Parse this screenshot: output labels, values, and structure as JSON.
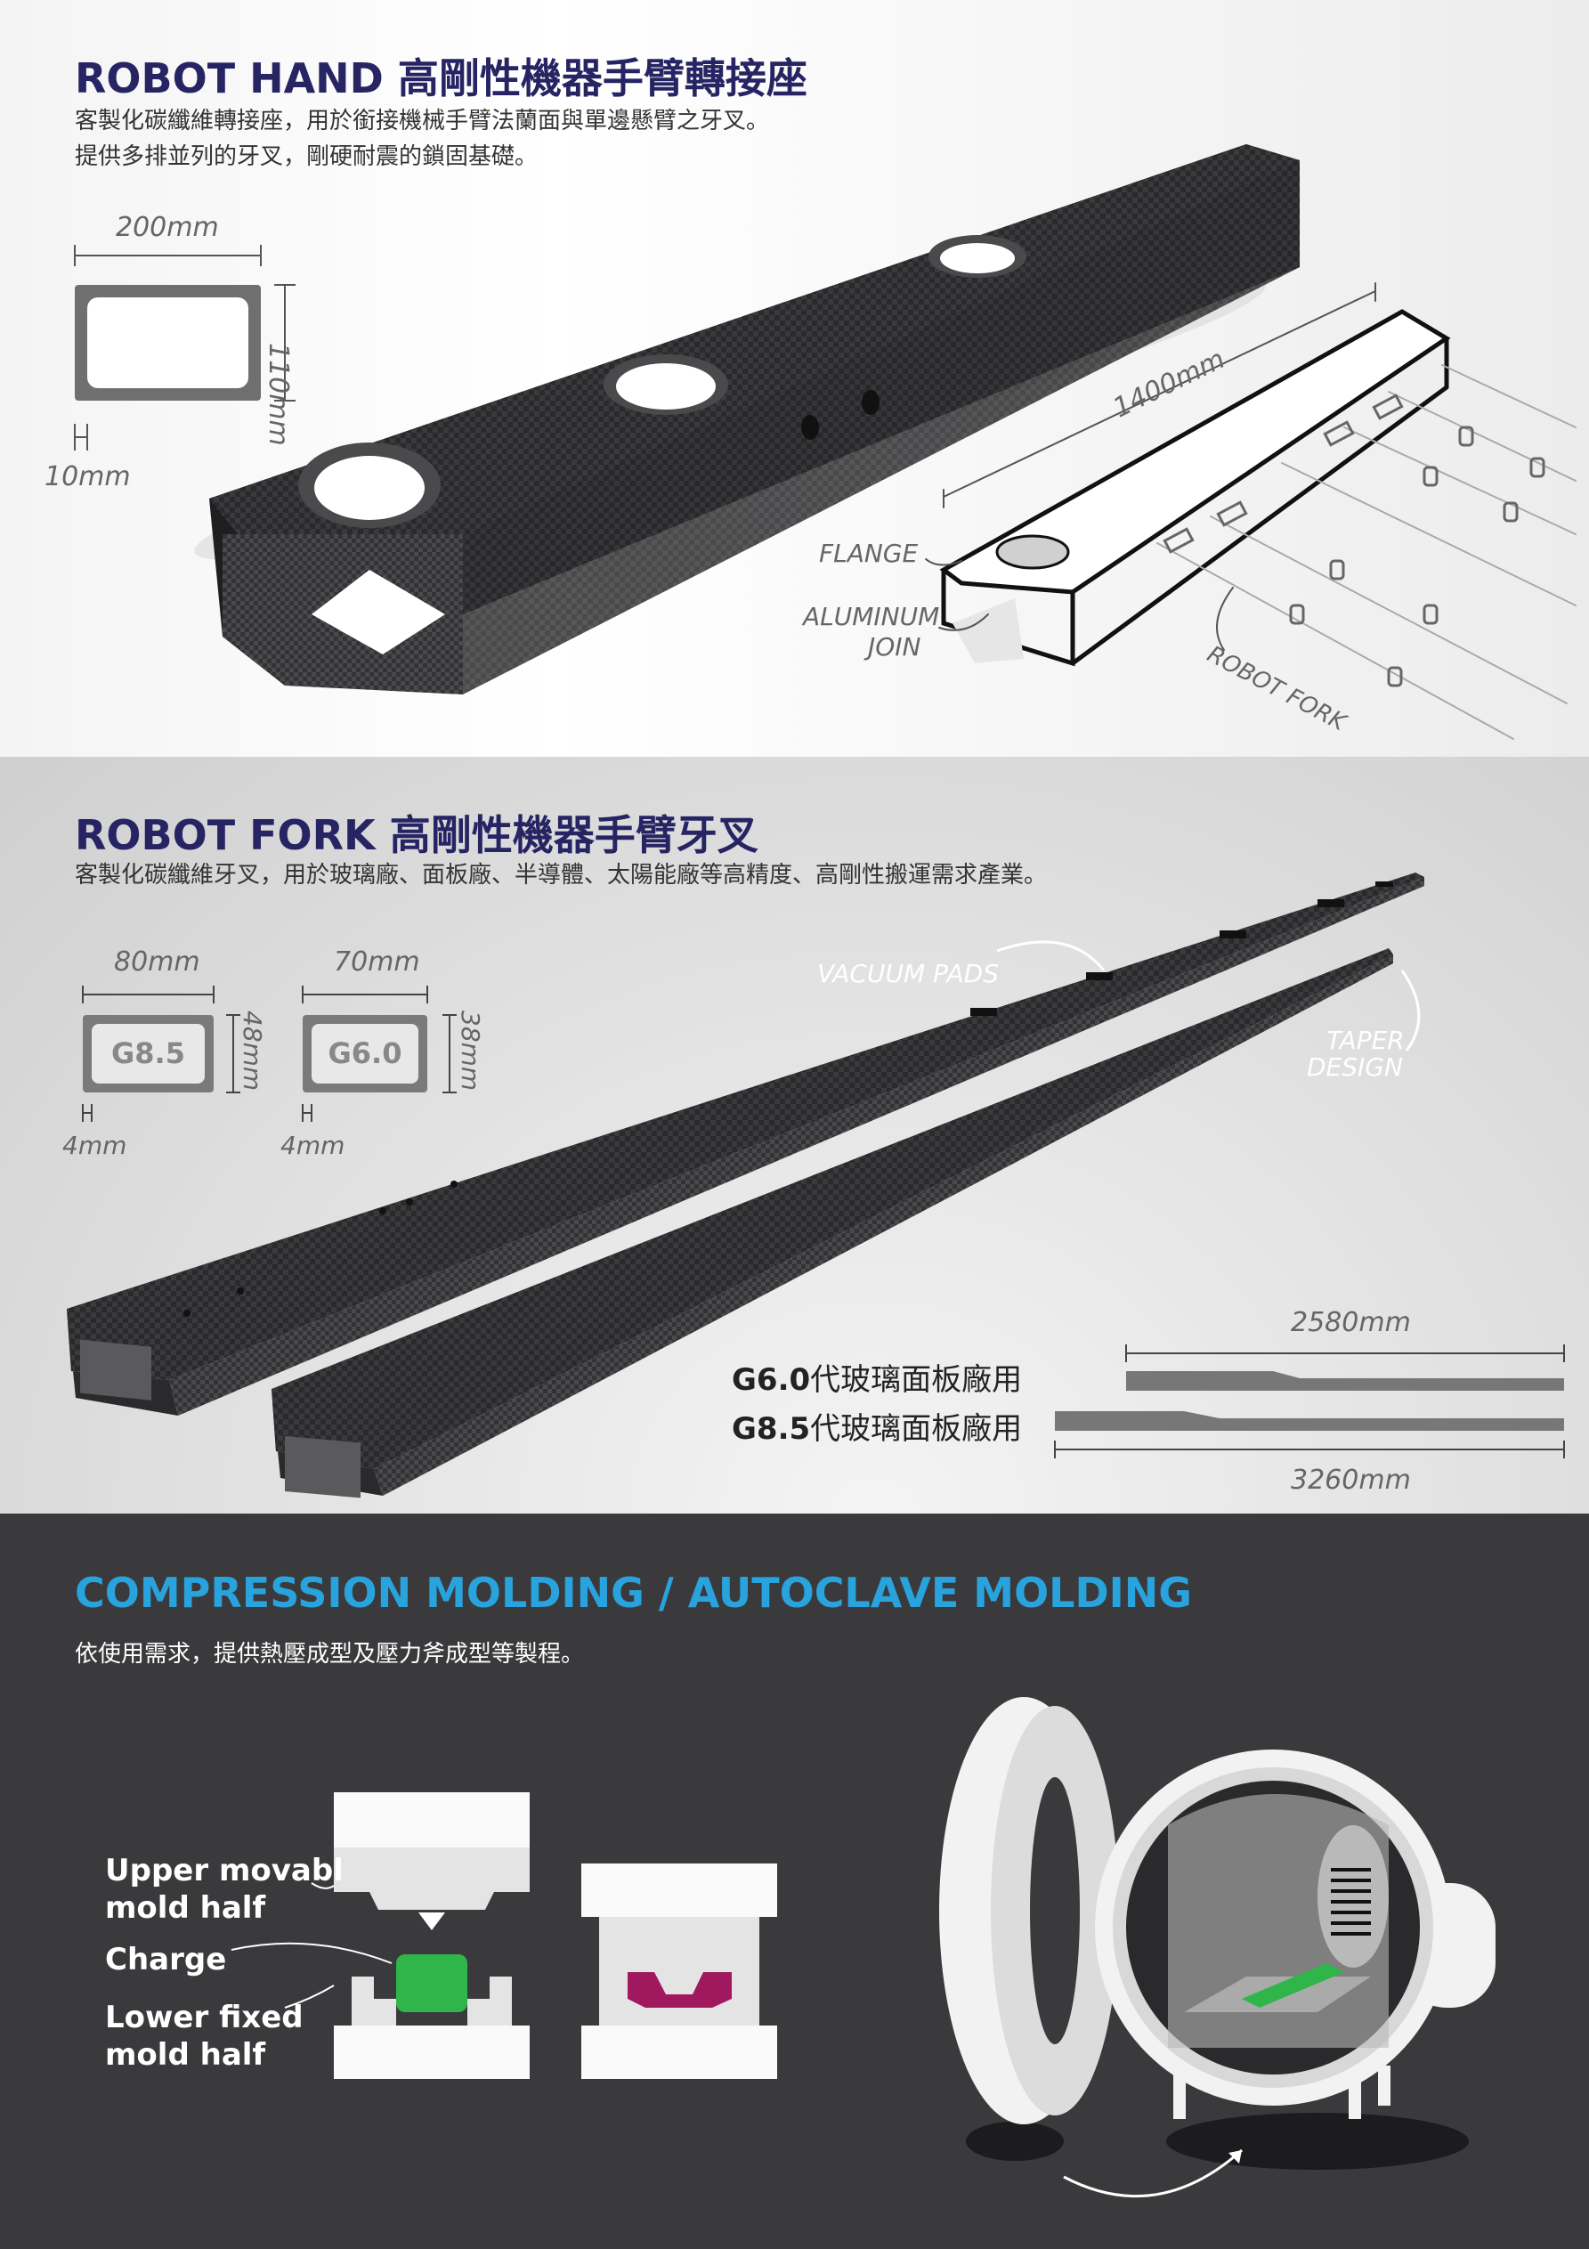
{
  "hand": {
    "title": "ROBOT HAND 高剛性機器手臂轉接座",
    "desc_line1": "客製化碳纖維轉接座，用於銜接機械手臂法蘭面與單邊懸臂之牙叉。",
    "desc_line2": "提供多排並列的牙叉，剛硬耐震的鎖固基礎。",
    "dim_width": "200mm",
    "dim_height": "110mm",
    "dim_wall": "10mm",
    "dim_length": "1400mm",
    "label_flange": "FLANGE",
    "label_aluminum": "ALUMINUM",
    "label_join": "JOIN",
    "label_robot_fork": "ROBOT FORK"
  },
  "fork": {
    "title": "ROBOT FORK 高剛性機器手臂牙叉",
    "desc": "客製化碳纖維牙叉，用於玻璃廠、面板廠、半導體、太陽能廠等高精度、高剛性搬運需求產業。",
    "g85": {
      "name": "G8.5",
      "width": "80mm",
      "height": "48mm",
      "wall": "4mm"
    },
    "g60": {
      "name": "G6.0",
      "width": "70mm",
      "height": "38mm",
      "wall": "4mm"
    },
    "label_vacuum": "VACUUM PADS",
    "label_taper1": "TAPER",
    "label_taper2": "DESIGN",
    "spec_g60_code": "G6.0",
    "spec_g60_text": "代玻璃面板廠用",
    "spec_g85_code": "G8.5",
    "spec_g85_text": "代玻璃面板廠用",
    "len_g60": "2580mm",
    "len_g85": "3260mm"
  },
  "molding": {
    "title": "COMPRESSION MOLDING / AUTOCLAVE MOLDING",
    "desc": "依使用需求，提供熱壓成型及壓力斧成型等製程。",
    "upper_l1": "Upper movabl",
    "upper_l2": "mold half",
    "charge": "Charge",
    "lower_l1": "Lower fixed",
    "lower_l2": "mold half",
    "title_color": "#29a3dd",
    "charge_color": "#2fb54a",
    "part_color": "#a0195e"
  }
}
